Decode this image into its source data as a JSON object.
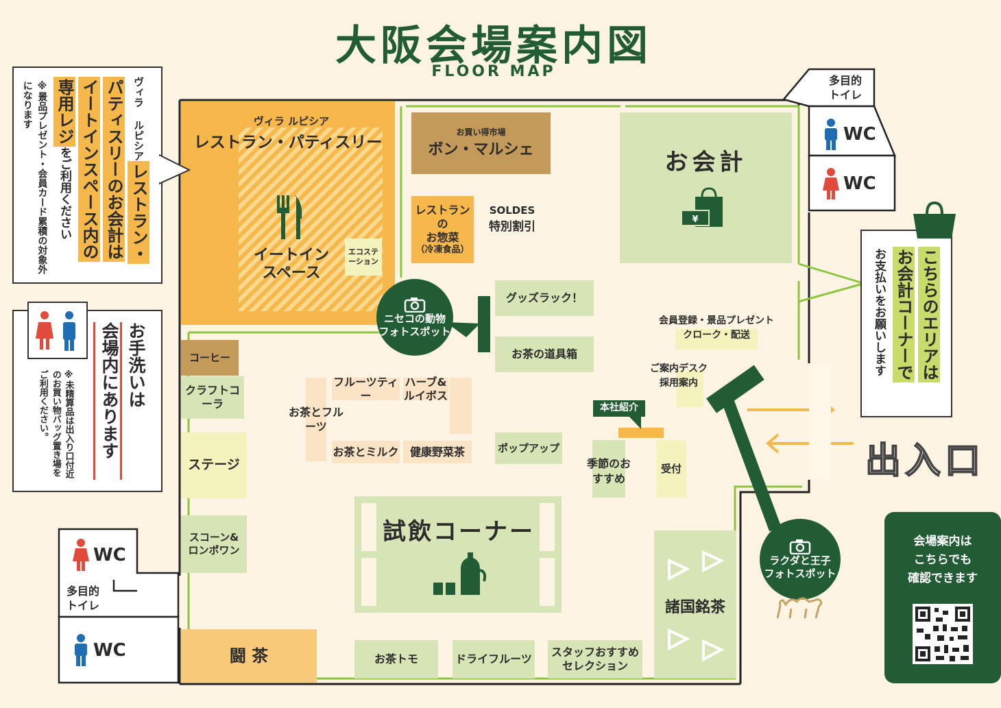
{
  "header": {
    "title": "大阪会場案内図",
    "subtitle": "FLOOR MAP"
  },
  "callout_left": {
    "line1_a": "ヴィラ ルピシア",
    "line1_b": "レストラン・",
    "line2": "パティスリーのお会計は",
    "line3_a": "イートインスペース内の",
    "line4_a": "専用レジ",
    "line4_b": "をご利用ください",
    "note": "※景品プレゼント・会員カード累積の対象外になります"
  },
  "callout_handwash": {
    "main_a": "お手洗いは",
    "main_b": "会場内にあります",
    "note": "※未精算品は出入り口付近のお買い物バッグ置き場をご利用ください。"
  },
  "callout_right": {
    "line1": "こちらのエリアは",
    "line2": "お会計コーナーで",
    "line3": "お支払いをお願いします"
  },
  "restaurant": {
    "sub": "ヴィラ ルピシア",
    "name": "レストラン・パティスリー",
    "eatin": "イートインスペース",
    "eco": "エコステーション"
  },
  "booths": {
    "bon_sub": "お買い得市場",
    "bon": "ボン・マルシェ",
    "deli_a": "レストラン",
    "deli_b": "の",
    "deli_c": "お惣菜",
    "deli_d": "（冷凍食品）",
    "soldes_a": "SOLDES",
    "soldes_b": "特別割引",
    "checkout": "お会計",
    "goods": "グッズラック！",
    "tools": "お茶の道具箱",
    "member_a": "会員登録・景品プレゼント",
    "member_b": "クローク・配送",
    "desk_a": "ご案内デスク",
    "desk_b": "採用案内",
    "hq": "本社紹介",
    "coffee": "コーヒー",
    "craft": "クラフトコーラ",
    "stage": "ステージ",
    "scone": "スコーン&ロンポワン",
    "fruit_tea": "フルーツティー",
    "herb": "ハーブ&ルイボス",
    "tea_fruit": "お茶とフルーツ",
    "tea_milk": "お茶とミルク",
    "health": "健康野菜茶",
    "popup": "ポップアップ",
    "season": "季節のおすすめ",
    "reception": "受付",
    "tasting": "試飲コーナー",
    "world": "諸国銘茶",
    "tocha": "闘 茶",
    "tomo": "お茶トモ",
    "dryfruit": "ドライフルーツ",
    "staff": "スタッフおすすめセレクション"
  },
  "photospots": {
    "niseko_a": "ニセコの動物",
    "niseko_b": "フォトスポット",
    "camel_a": "ラクダと王子",
    "camel_b": "フォトスポット"
  },
  "restrooms": {
    "wc": "WC",
    "multi_a": "多目的",
    "multi_b": "トイレ"
  },
  "entrance": "出入口",
  "qr": {
    "line1": "会場案内は",
    "line2": "こちらでも",
    "line3": "確認できます"
  },
  "colors": {
    "dark_green": "#215c34",
    "light_green": "#8cc63f",
    "orange": "#f6b84a",
    "male": "#1f6db5",
    "female": "#e04b3c"
  }
}
